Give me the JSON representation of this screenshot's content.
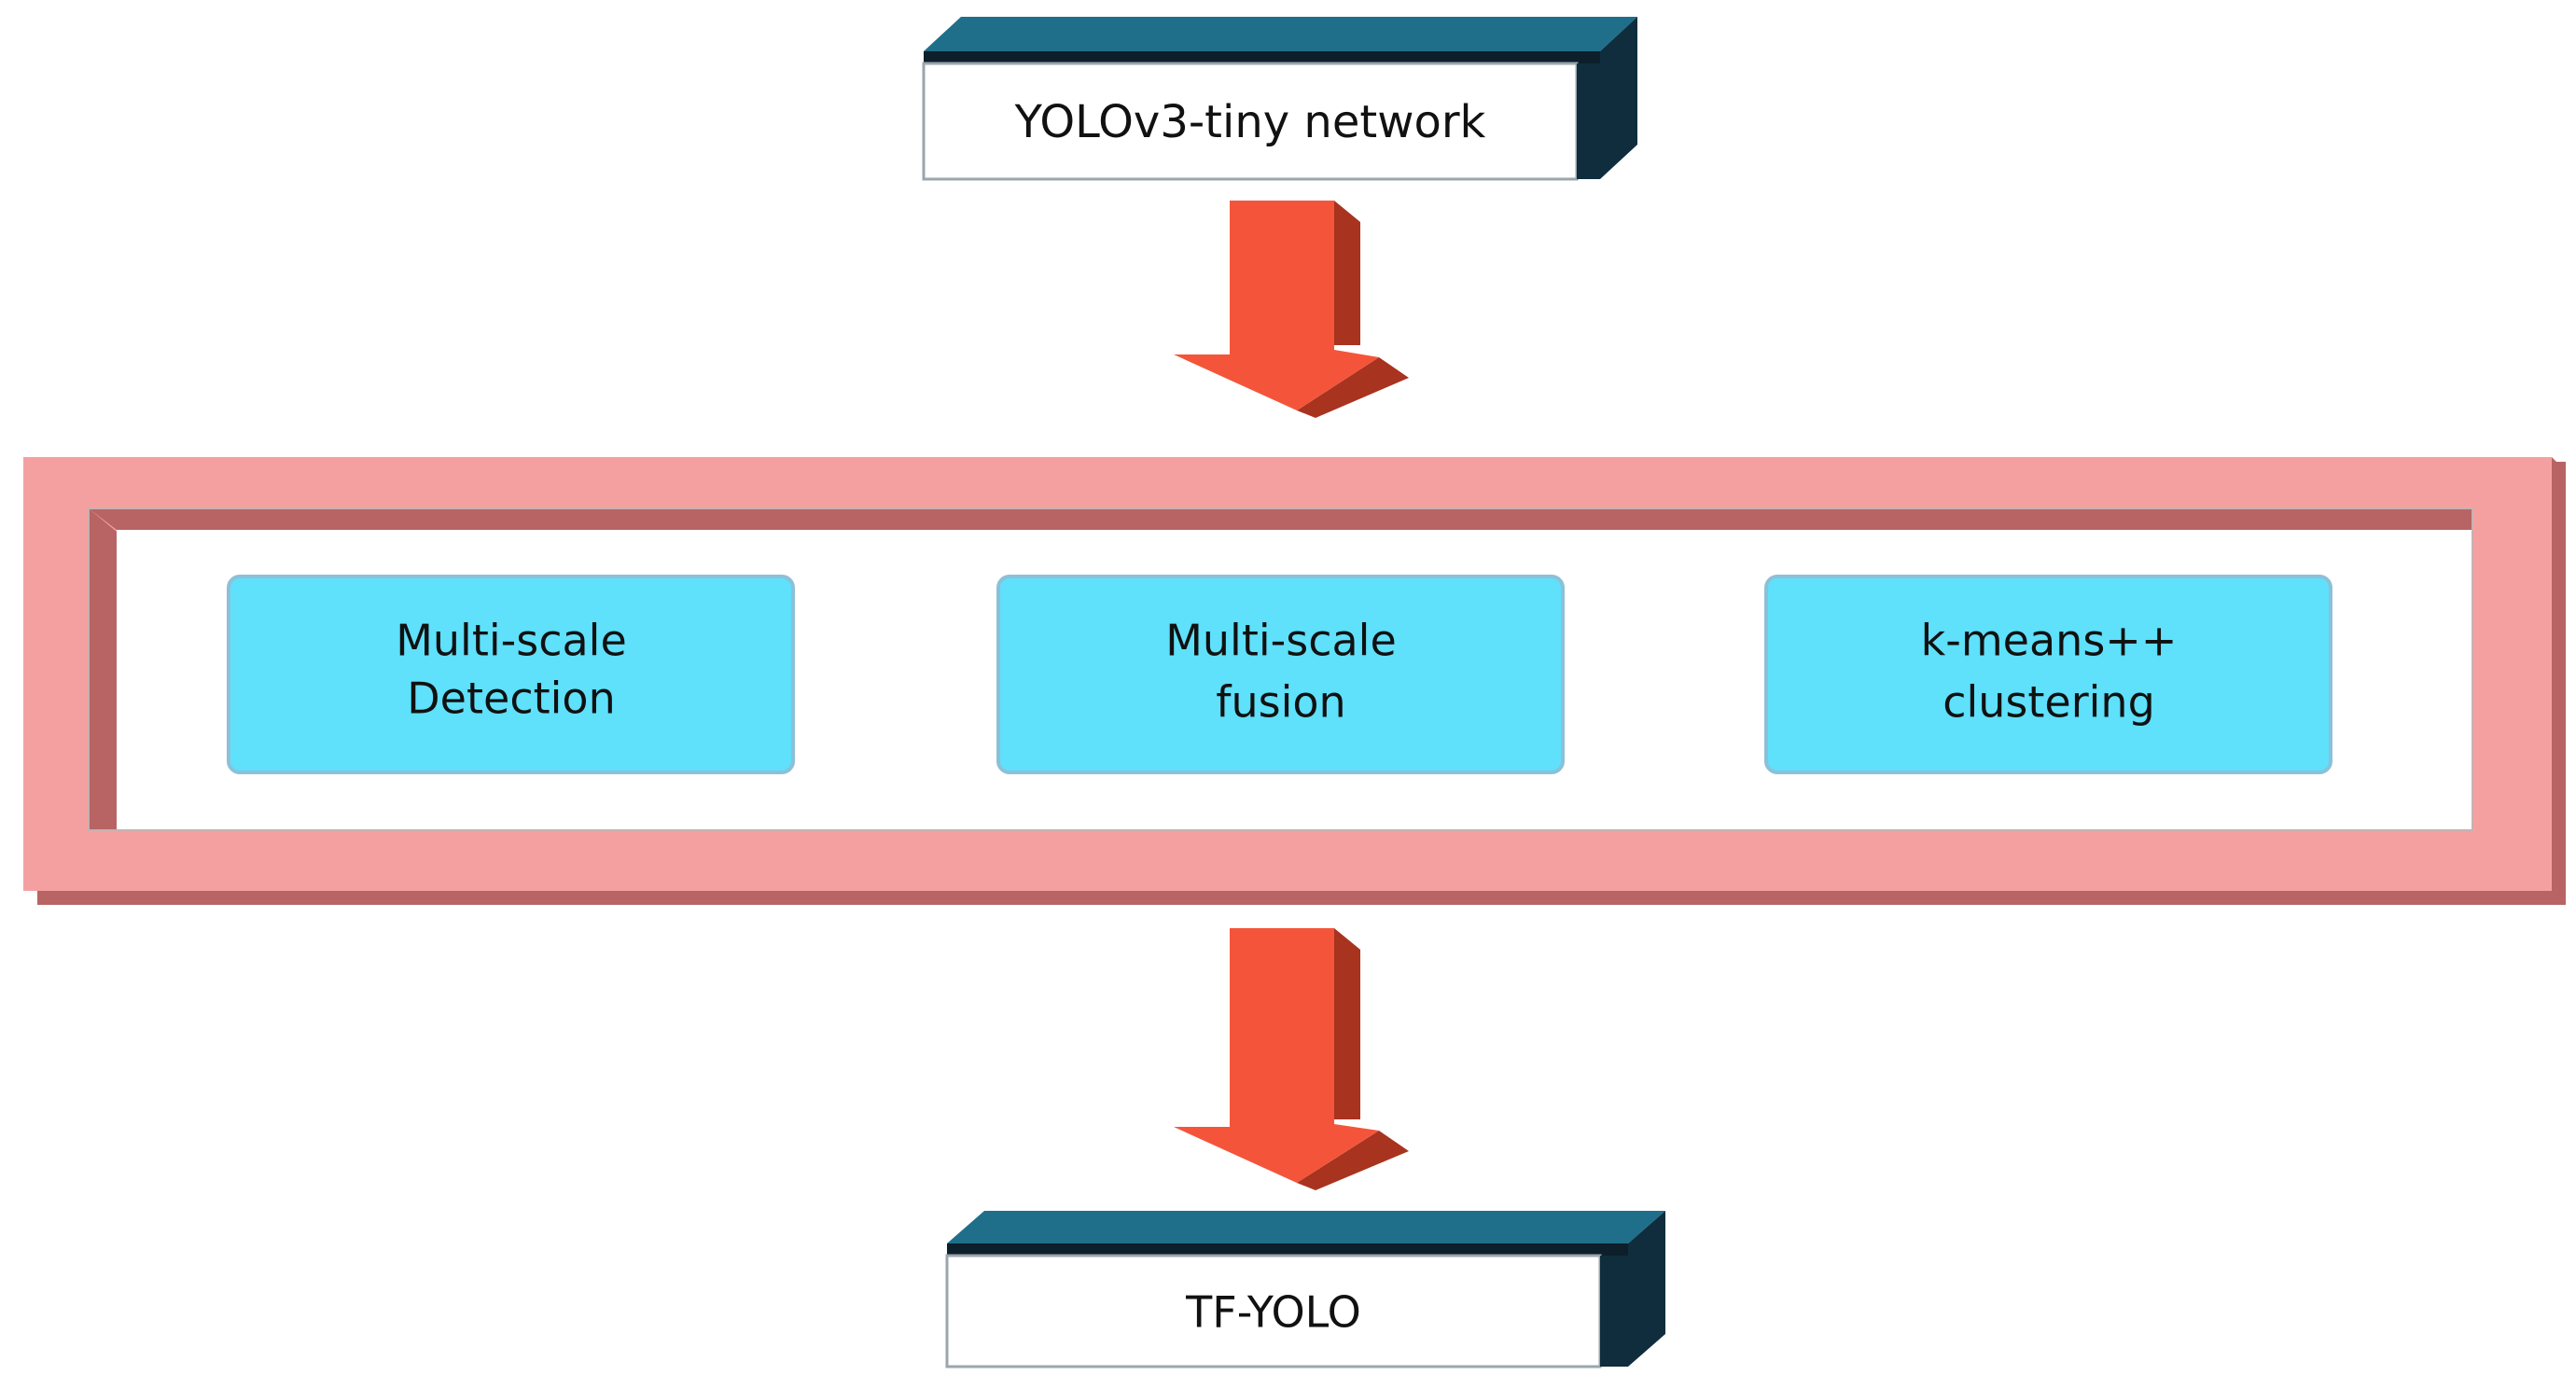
{
  "diagram": {
    "top_box": {
      "label": "YOLOv3-tiny network"
    },
    "modules": [
      {
        "line1": "Multi-scale",
        "line2": "Detection"
      },
      {
        "line1": "Multi-scale",
        "line2": "fusion"
      },
      {
        "line1": "k-means++",
        "line2": "clustering"
      }
    ],
    "bottom_box": {
      "label": "TF-YOLO"
    }
  },
  "colors": {
    "box_top_face": "#1f6f8b",
    "box_side_face": "#0f2d3d",
    "box_shadow": "#0c1f2a",
    "arrow_front": "#f4553a",
    "arrow_side": "#a8331f",
    "frame_outer": "#f5a0a0",
    "frame_shadow": "#b86464",
    "module_fill": "#5fe0fb",
    "module_border": "#8cc0d8"
  }
}
